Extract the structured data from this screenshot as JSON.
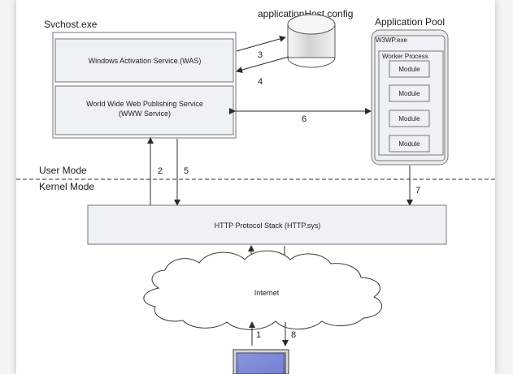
{
  "title_svchost": "Svchost.exe",
  "title_config": "applicationHost.config",
  "title_app_pool": "Application Pool",
  "was_label": "Windows Activation Service (WAS)",
  "www_label_1": "World Wide Web Publishing Service",
  "www_label_2": "(WWW Service)",
  "w3wp_label": "W3WP.exe",
  "worker_process_label": "Worker Process",
  "modules": [
    "Module",
    "Module",
    "Module",
    "Module"
  ],
  "http_stack_label": "HTTP Protocol Stack (HTTP.sys)",
  "internet_label": "Internet",
  "user_mode_label": "User Mode",
  "kernel_mode_label": "Kernel Mode",
  "arrow_labels": {
    "one": "1",
    "two": "2",
    "three": "3",
    "four": "4",
    "five": "5",
    "six": "6",
    "seven": "7",
    "eight": "8"
  },
  "colors": {
    "box_fill": "#eef2f7",
    "box_stroke": "#767676",
    "monitor_screen": "#6e7bd3"
  },
  "icons": [
    "database-icon",
    "cloud-icon",
    "monitor-icon"
  ]
}
